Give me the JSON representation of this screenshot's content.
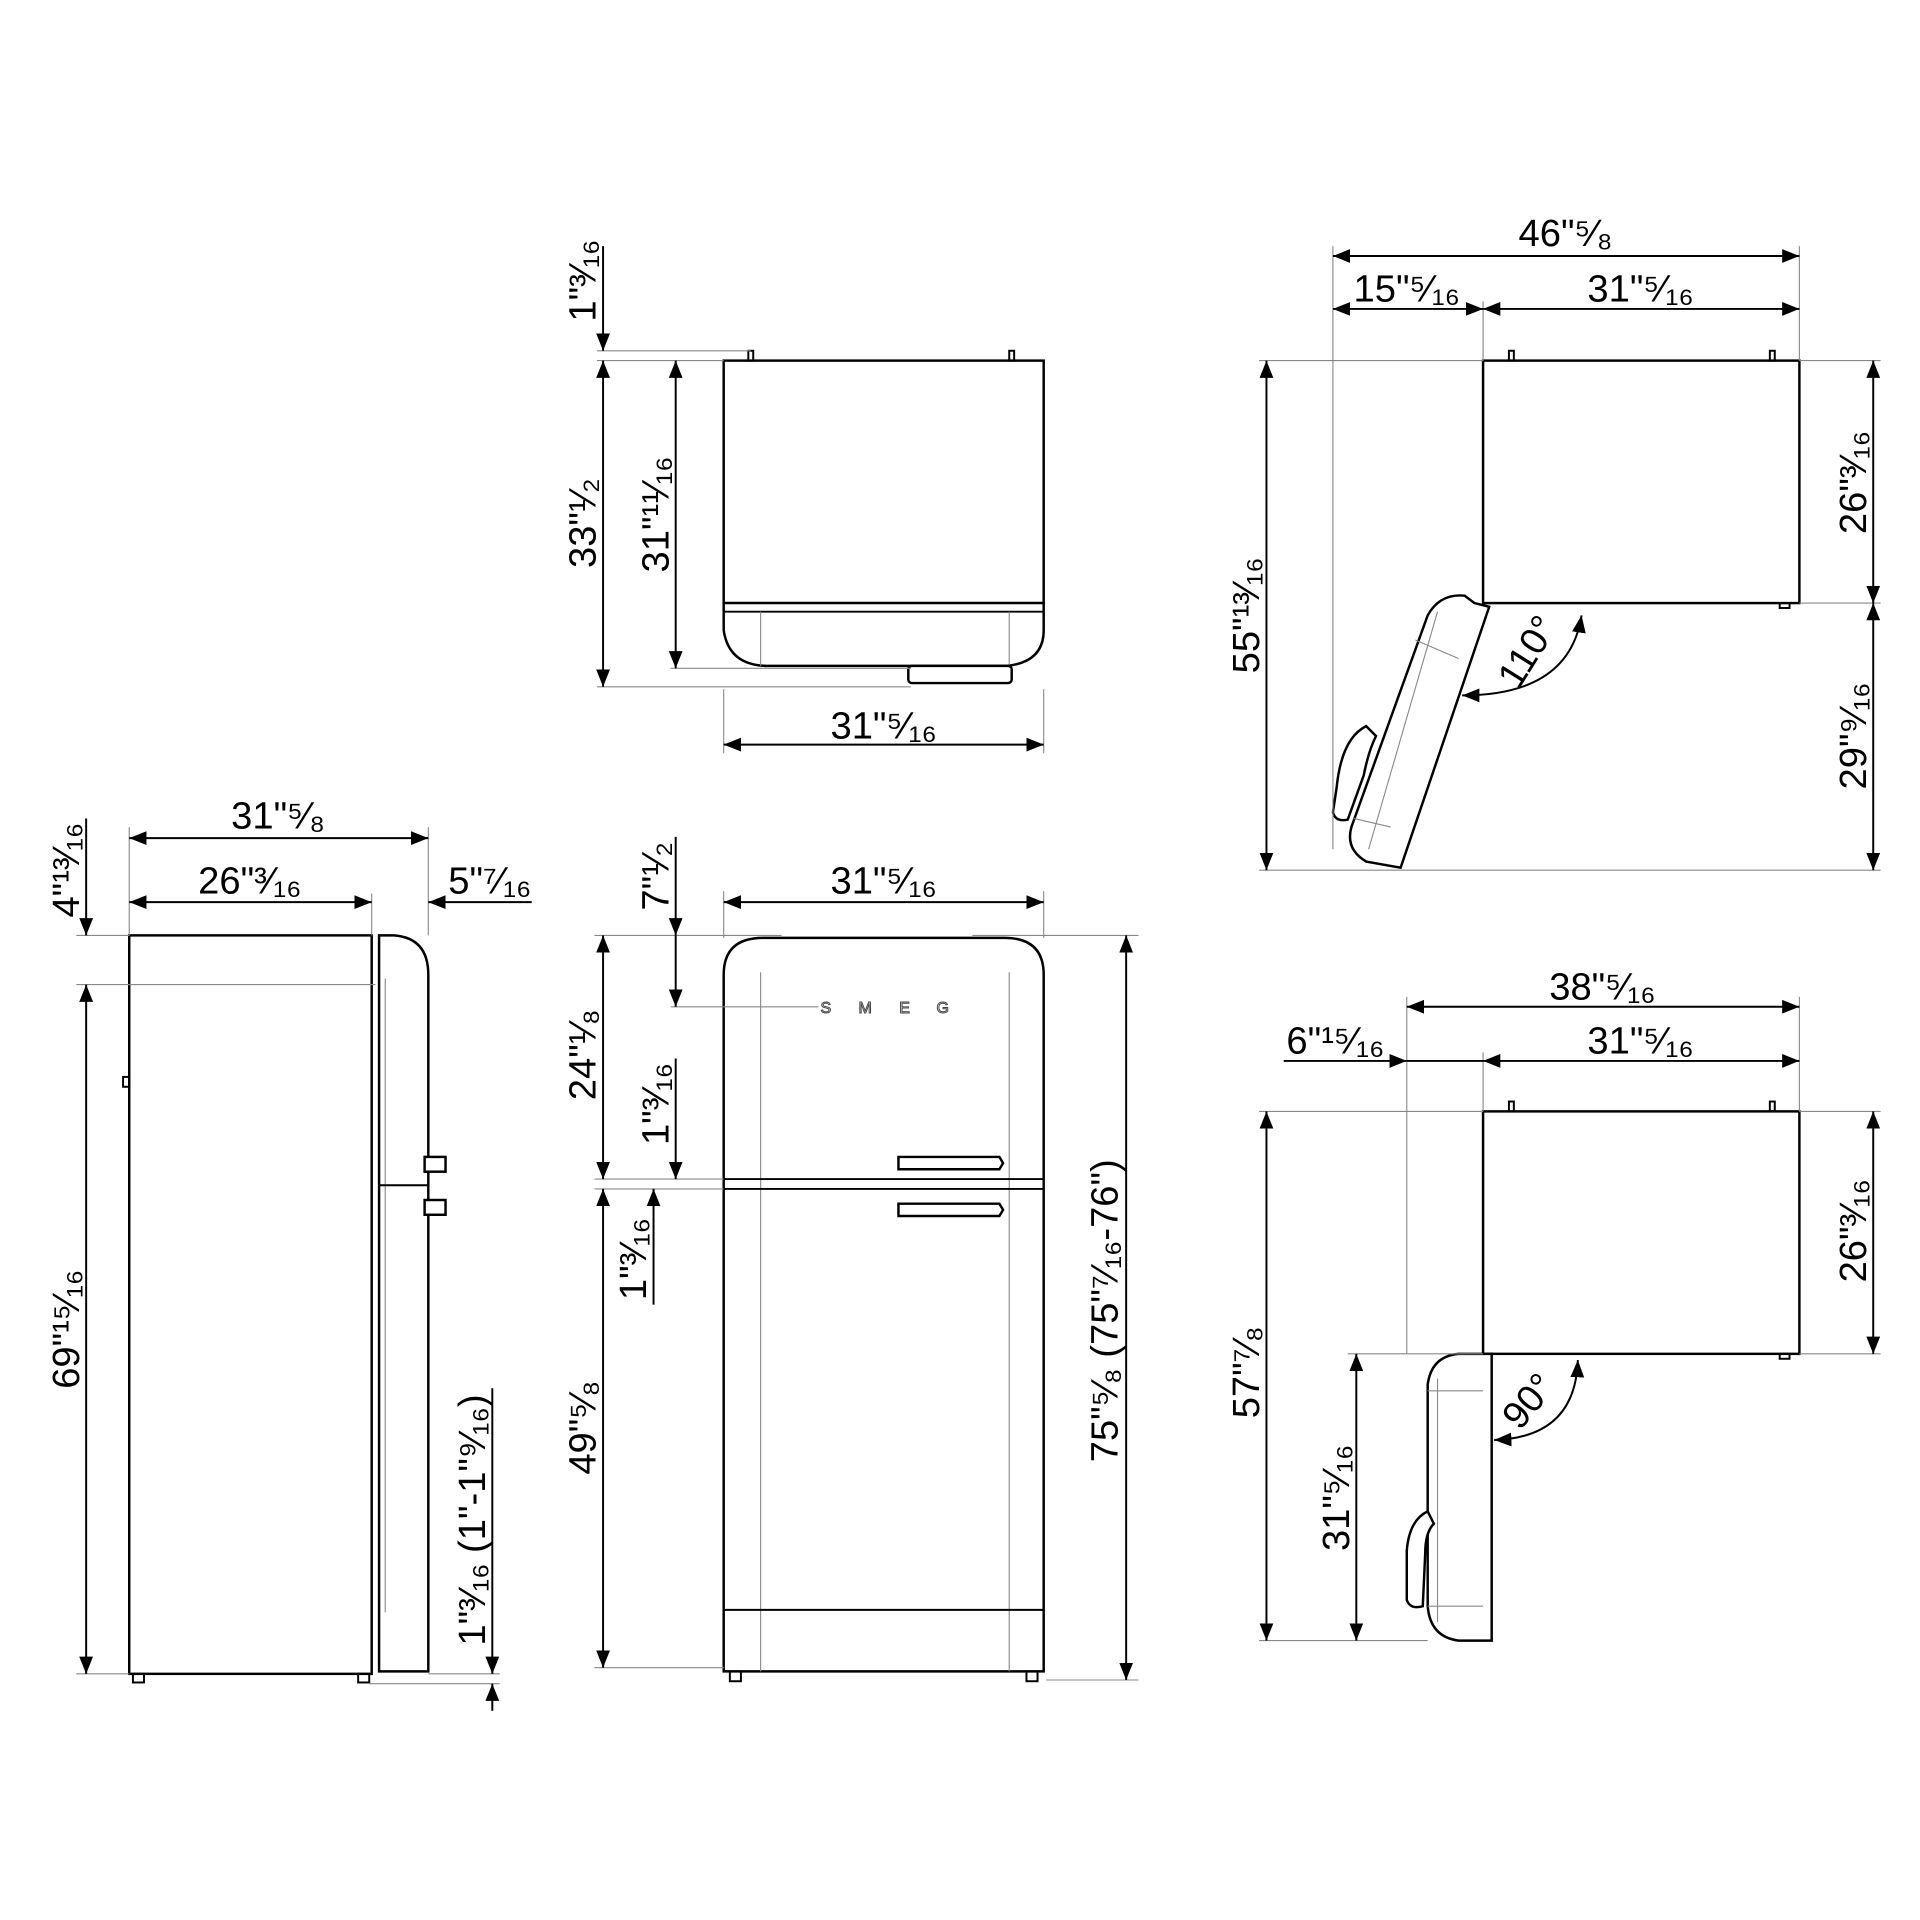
{
  "top_view": {
    "offset_height": "1\"³⁄₁₆",
    "total_depth_door": "33\"¹⁄₂",
    "cabinet_depth": "31\"¹¹⁄₁₆",
    "width": "31\"⁵⁄₁₆"
  },
  "side_view": {
    "overall_depth": "31\"⁵⁄₈",
    "cabinet_depth": "26\"³⁄₁₆",
    "door_depth": "5\"⁷⁄₁₆",
    "top_offset": "4\"¹³⁄₁₆",
    "cabinet_height": "69\"¹⁵⁄₁₆",
    "feet_height": "1\"³⁄₁₆ (1\"-1\"⁹⁄₁₆)"
  },
  "front_view": {
    "width": "31\"⁵⁄₁₆",
    "logo_offset": "7\"¹⁄₂",
    "freezer_height": "24\"¹⁄₈",
    "gap_upper": "1\"³⁄₁₆",
    "gap_lower": "1\"³⁄₁₆",
    "fridge_height": "49\"⁵⁄₈",
    "total_height": "75\"⁵⁄₈ (75\"⁷⁄₁₆-76\")",
    "logo": [
      "S",
      "M",
      "E",
      "G"
    ]
  },
  "open_110": {
    "total_width": "46\"⁵⁄₈",
    "door_projection": "15\"⁵⁄₁₆",
    "cabinet_width": "31\"⁵⁄₁₆",
    "total_depth": "55\"¹³⁄₁₆",
    "cabinet_depth": "26\"³⁄₁₆",
    "door_depth": "29\"⁹⁄₁₆",
    "angle": "110°"
  },
  "open_90": {
    "total_width": "38\"⁵⁄₁₆",
    "door_projection": "6\"¹⁵⁄₁₆",
    "cabinet_width": "31\"⁵⁄₁₆",
    "total_depth": "57\"⁷⁄₈",
    "cabinet_depth": "26\"³⁄₁₆",
    "door_depth": "31\"⁵⁄₁₆",
    "angle": "90°"
  }
}
